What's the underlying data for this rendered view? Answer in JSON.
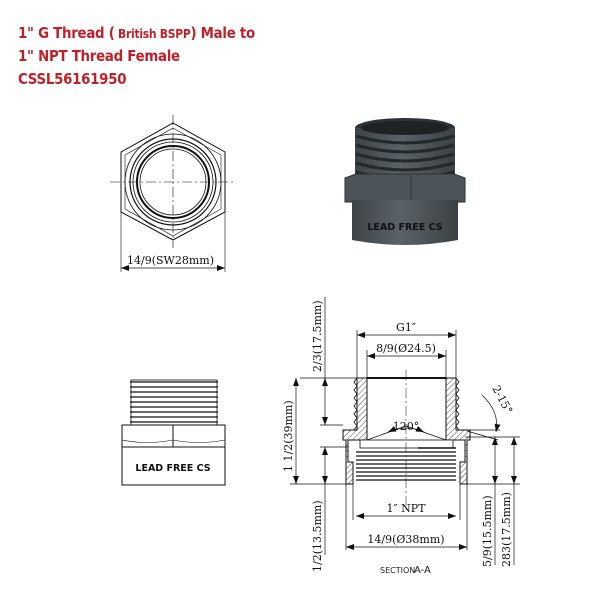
{
  "title": {
    "line1_a": "1\" G Thread (",
    "line1_b": " British BSPP",
    "line1_c": ") Male to",
    "line2": "1\" NPT Thread Female",
    "line3": "CSSL56161950"
  },
  "colors": {
    "title_red": "#c0202a",
    "line": "#111111",
    "render_body": "#4a5156"
  },
  "top_view": {
    "width_dim": "14/9(SW28mm)"
  },
  "render_view": {
    "marking": "LEAD FREE CS"
  },
  "side_view": {
    "marking": "LEAD FREE CS"
  },
  "section": {
    "thread_top": "G1″",
    "inner_dia": "8/9(Ø24.5)",
    "angle": "120°",
    "chamfer": "2-15°",
    "npt": "1″ NPT",
    "outer_dia": "14/9(Ø38mm)",
    "height_top": "2/3(17.5mm)",
    "height_total": "1 1/2(39mm)",
    "height_bottom": "1/2(13.5mm)",
    "right_dim_1": "5/9(15.5mm)",
    "right_dim_2": "283(17.5mm)",
    "caption_small": "SECTION",
    "caption_big": "A-A"
  }
}
